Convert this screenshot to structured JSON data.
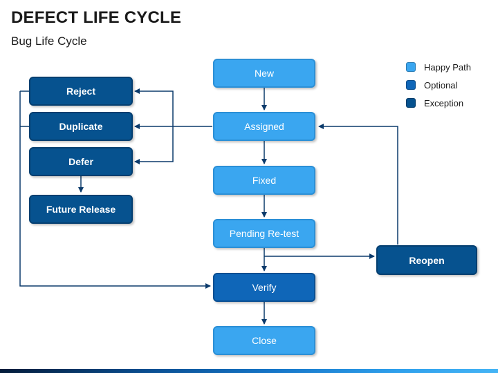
{
  "header": {
    "title": "DEFECT LIFE CYCLE",
    "subtitle": "Bug Life Cycle"
  },
  "legend": {
    "items": [
      {
        "label": "Happy Path",
        "color": "#3aa6f0"
      },
      {
        "label": "Optional",
        "color": "#0f66b8"
      },
      {
        "label": "Exception",
        "color": "#06528f"
      }
    ]
  },
  "nodes": {
    "new": "New",
    "assigned": "Assigned",
    "fixed": "Fixed",
    "pending_retest": "Pending Re-test",
    "verify": "Verify",
    "close": "Close",
    "reject": "Reject",
    "duplicate": "Duplicate",
    "defer": "Defer",
    "future_release": "Future Release",
    "reopen": "Reopen"
  },
  "colors": {
    "happy_path": "#3aa6f0",
    "optional": "#0f66b8",
    "exception": "#06528f",
    "connector": "#0b3a6b"
  }
}
